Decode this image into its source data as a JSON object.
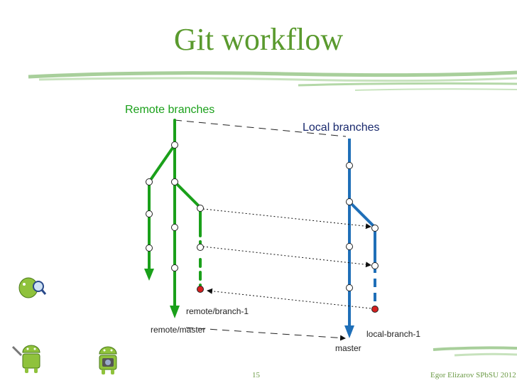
{
  "slide": {
    "title": "Git workflow",
    "page_number": "15",
    "author": "Egor Elizarov SPbSU 2012"
  },
  "diagram": {
    "remote_heading": "Remote branches",
    "local_heading": "Local branches",
    "labels": {
      "remote_branch_1": "remote/branch-1",
      "remote_master": "remote/master",
      "local_branch_1": "local-branch-1",
      "master": "master"
    }
  },
  "colors": {
    "title": "#5a9a2e",
    "remote_branch": "#1aa01a",
    "local_branch": "#1f6fb8",
    "local_heading": "#1a2a6e",
    "conflict_commit": "#d42020"
  },
  "icons": [
    "android-magnifier-icon",
    "android-tools-icon",
    "android-camera-icon"
  ]
}
